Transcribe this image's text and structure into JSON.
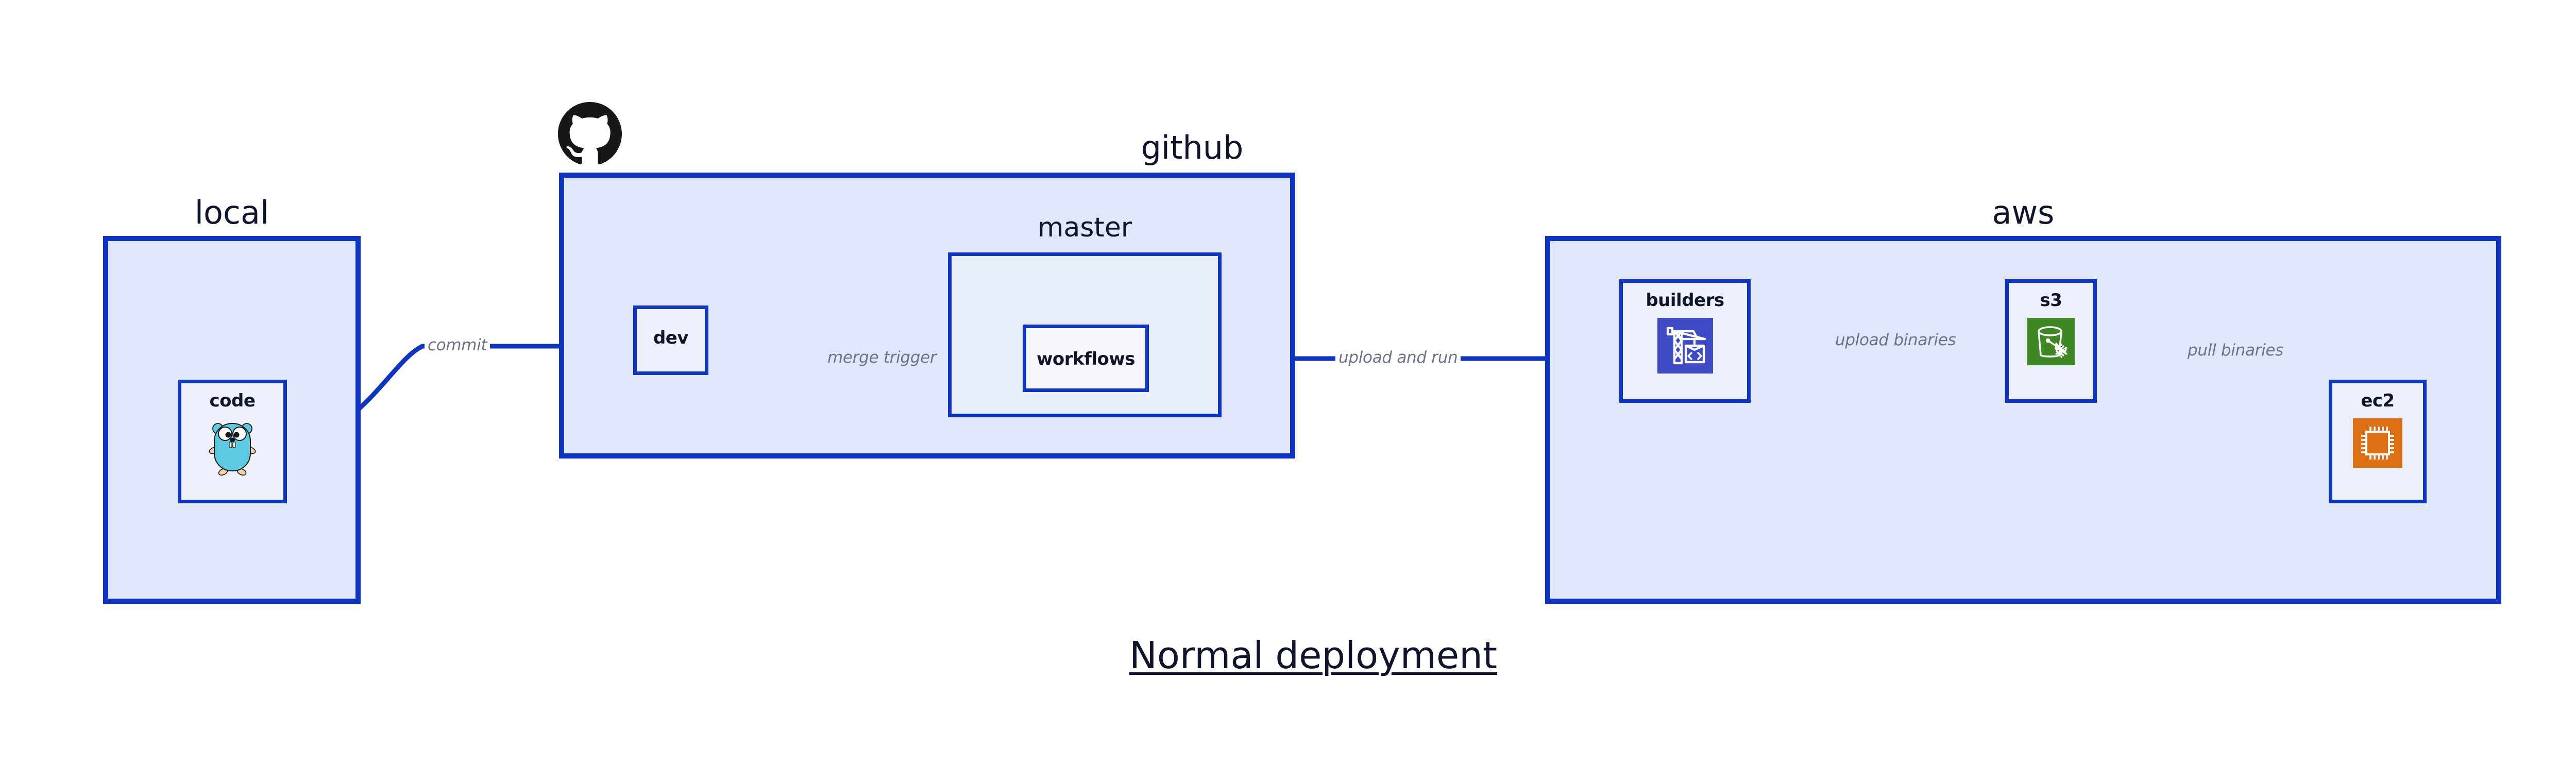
{
  "diagram": {
    "caption": "Normal deployment",
    "groups": [
      {
        "id": "local",
        "label": "local"
      },
      {
        "id": "github",
        "label": "github"
      },
      {
        "id": "aws",
        "label": "aws"
      }
    ],
    "subgroups": [
      {
        "id": "master",
        "label": "master",
        "parent": "github"
      }
    ],
    "nodes": [
      {
        "id": "code",
        "label": "code",
        "icon": "golang-gopher-icon",
        "parent": "local"
      },
      {
        "id": "dev",
        "label": "dev",
        "icon": null,
        "parent": "github"
      },
      {
        "id": "workflows",
        "label": "workflows",
        "icon": null,
        "parent": "master"
      },
      {
        "id": "builders",
        "label": "builders",
        "icon": "aws-codebuild-icon",
        "parent": "aws"
      },
      {
        "id": "s3",
        "label": "s3",
        "icon": "aws-s3-glacier-icon",
        "parent": "aws"
      },
      {
        "id": "ec2",
        "label": "ec2",
        "icon": "aws-ec2-chip-icon",
        "parent": "aws"
      }
    ],
    "edges": [
      {
        "from": "code",
        "to": "dev",
        "label": "commit"
      },
      {
        "from": "dev",
        "to": "workflows",
        "label": "merge trigger"
      },
      {
        "from": "workflows",
        "to": "builders",
        "label": "upload and run"
      },
      {
        "from": "builders",
        "to": "s3",
        "label": "upload binaries"
      },
      {
        "from": "s3",
        "to": "ec2",
        "label": "pull binaries"
      }
    ],
    "logos": [
      {
        "id": "github-logo",
        "name": "github-octocat-icon"
      }
    ]
  },
  "colors": {
    "edge_and_border": "#0F34BE",
    "group_fill": "#E1E7FA",
    "node_fill": "#EDF1FC",
    "subgroup_fill": "#E8EDFB",
    "text_dark": "#10152B",
    "edge_label_text": "#6D7387",
    "codebuild_indigo": "#3F4BC4",
    "s3_green": "#3F8624",
    "ec2_orange": "#DD7014",
    "gopher_cyan": "#5DC9E2",
    "github_black": "#181717",
    "page_background": "#FFFFFF"
  }
}
